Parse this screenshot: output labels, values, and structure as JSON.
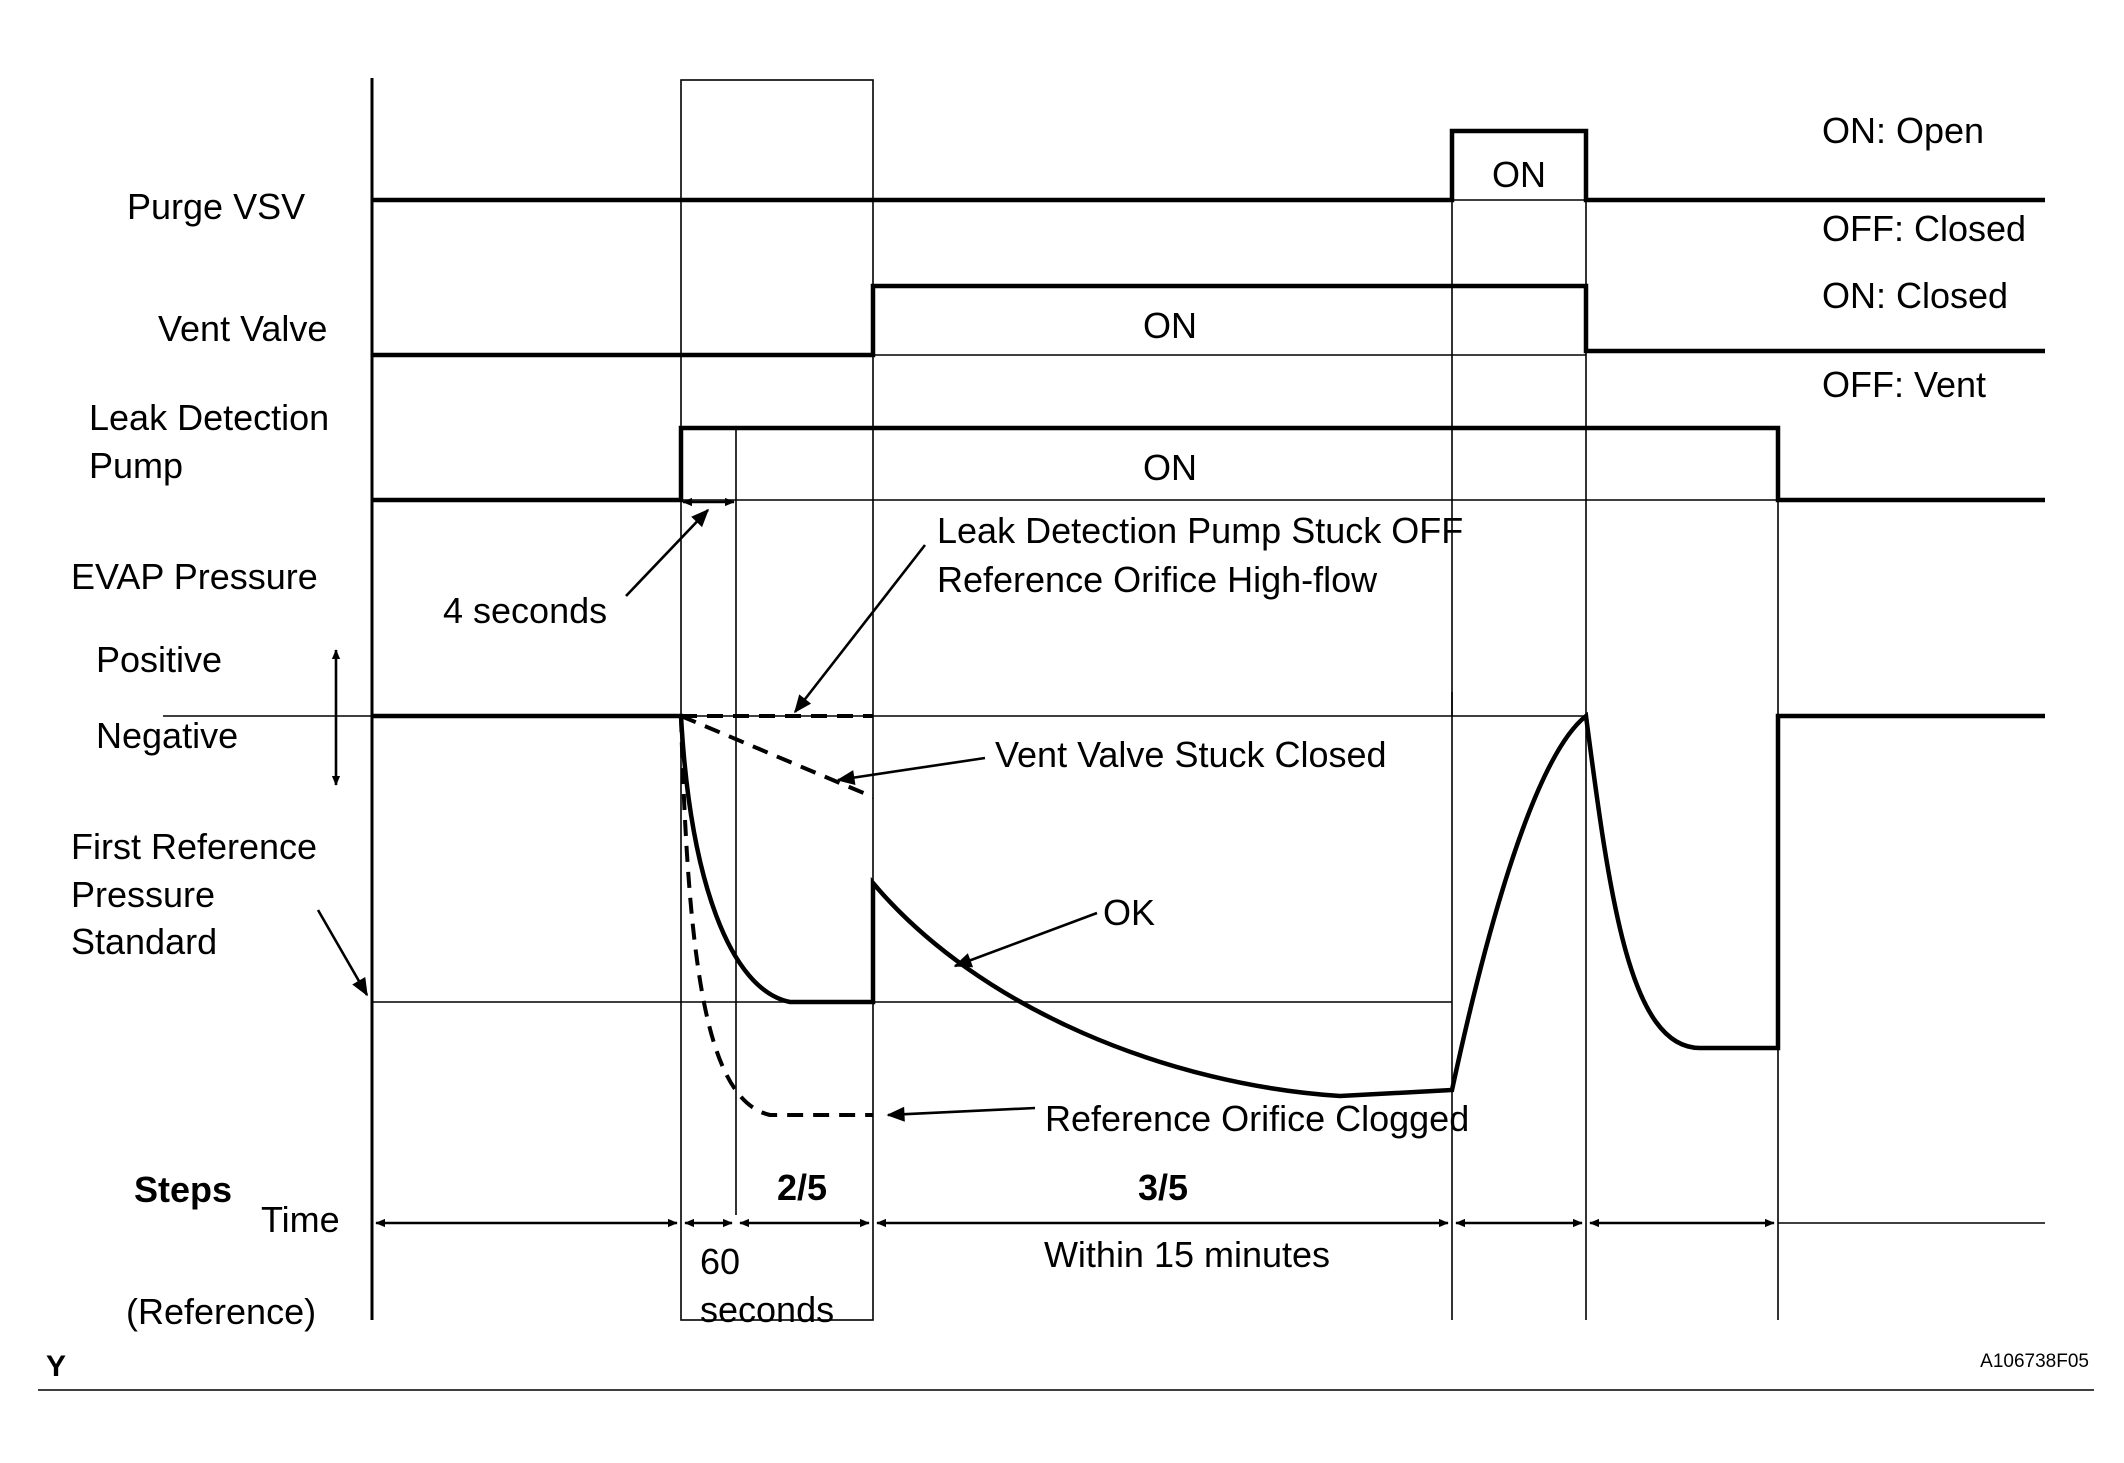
{
  "labels": {
    "purge_vsv": "Purge VSV",
    "vent_valve": "Vent Valve",
    "leak_detection_line1": "Leak Detection",
    "leak_detection_line2": "Pump",
    "evap_pressure": "EVAP Pressure",
    "positive": "Positive",
    "negative": "Negative",
    "first_ref_line1": "First Reference",
    "first_ref_line2": "Pressure",
    "first_ref_line3": "Standard",
    "steps": "Steps",
    "time": "Time",
    "reference": "(Reference)",
    "corner_letter": "Y",
    "figure_code": "A106738F05"
  },
  "states": {
    "purge_on": "ON",
    "vent_on": "ON",
    "pump_on": "ON",
    "purge_on_meaning": "ON: Open",
    "purge_off_meaning": "OFF: Closed",
    "vent_on_meaning": "ON: Closed",
    "vent_off_meaning": "OFF: Vent"
  },
  "annotations": {
    "four_seconds": "4 seconds",
    "pump_stuck_line1": "Leak Detection Pump Stuck OFF",
    "pump_stuck_line2": "Reference Orifice High-flow",
    "vent_stuck_closed": "Vent Valve Stuck Closed",
    "ok": "OK",
    "orifice_clogged": "Reference Orifice Clogged"
  },
  "steps": {
    "step_2": "2/5",
    "step_3": "3/5",
    "sixty_line1": "60",
    "sixty_line2": "seconds",
    "within": "Within 15 minutes"
  }
}
